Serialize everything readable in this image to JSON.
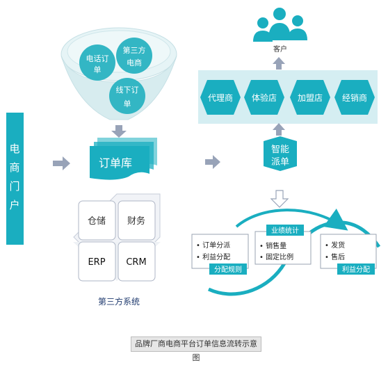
{
  "customers": {
    "label": "客户"
  },
  "funnel": {
    "items": [
      "电话订单",
      "第三方电商",
      "线下订单"
    ]
  },
  "portal": {
    "label": "电商门户"
  },
  "order_db": {
    "label": "订单库"
  },
  "third_party": {
    "items": [
      "仓储",
      "财务",
      "ERP",
      "CRM"
    ],
    "label": "第三方系统"
  },
  "channels": {
    "items": [
      "代理商",
      "体验店",
      "加盟店",
      "经销商"
    ]
  },
  "smart_dispatch": {
    "label": "智能派单"
  },
  "process": {
    "boxes": [
      {
        "tag": "分配规则",
        "bullets": [
          "订单分派",
          "利益分配"
        ]
      },
      {
        "tag": "业绩统计",
        "bullets": [
          "销售量",
          "固定比例"
        ]
      },
      {
        "tag": "利益分配",
        "bullets": [
          "发货",
          "售后"
        ]
      }
    ]
  },
  "caption": "品牌厂商电商平台订单信息流转示意图",
  "colors": {
    "teal": "#1aaec0",
    "light_teal": "#d5eef2",
    "gray_arrow": "#98a3b8",
    "funnel_circle": "#33b6c4"
  }
}
